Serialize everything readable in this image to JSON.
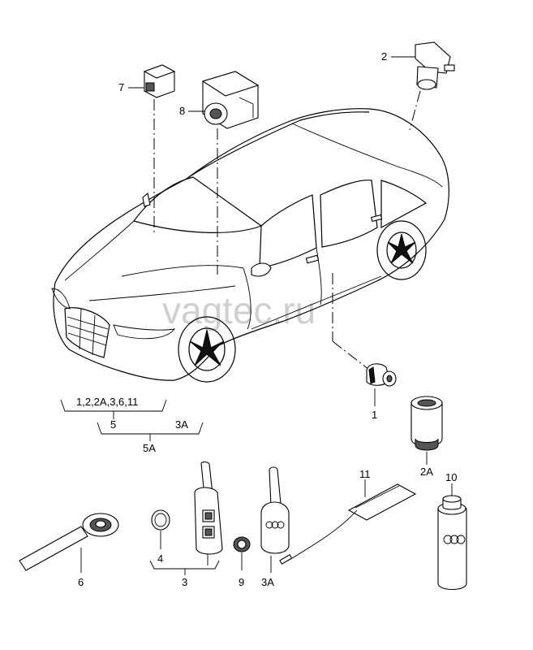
{
  "watermark": "vagtec.ru",
  "callouts": {
    "c2": "2",
    "c7": "7",
    "c8": "8",
    "c1": "1",
    "c2a": "2A",
    "c10": "10",
    "c11": "11",
    "c4": "4",
    "c3": "3",
    "c9": "9",
    "c3a": "3A",
    "c6": "6"
  },
  "grouping": {
    "row1": "1,2,2A,3,6,11",
    "row2_left": "5",
    "row2_right": "3A",
    "row3": "5A"
  }
}
